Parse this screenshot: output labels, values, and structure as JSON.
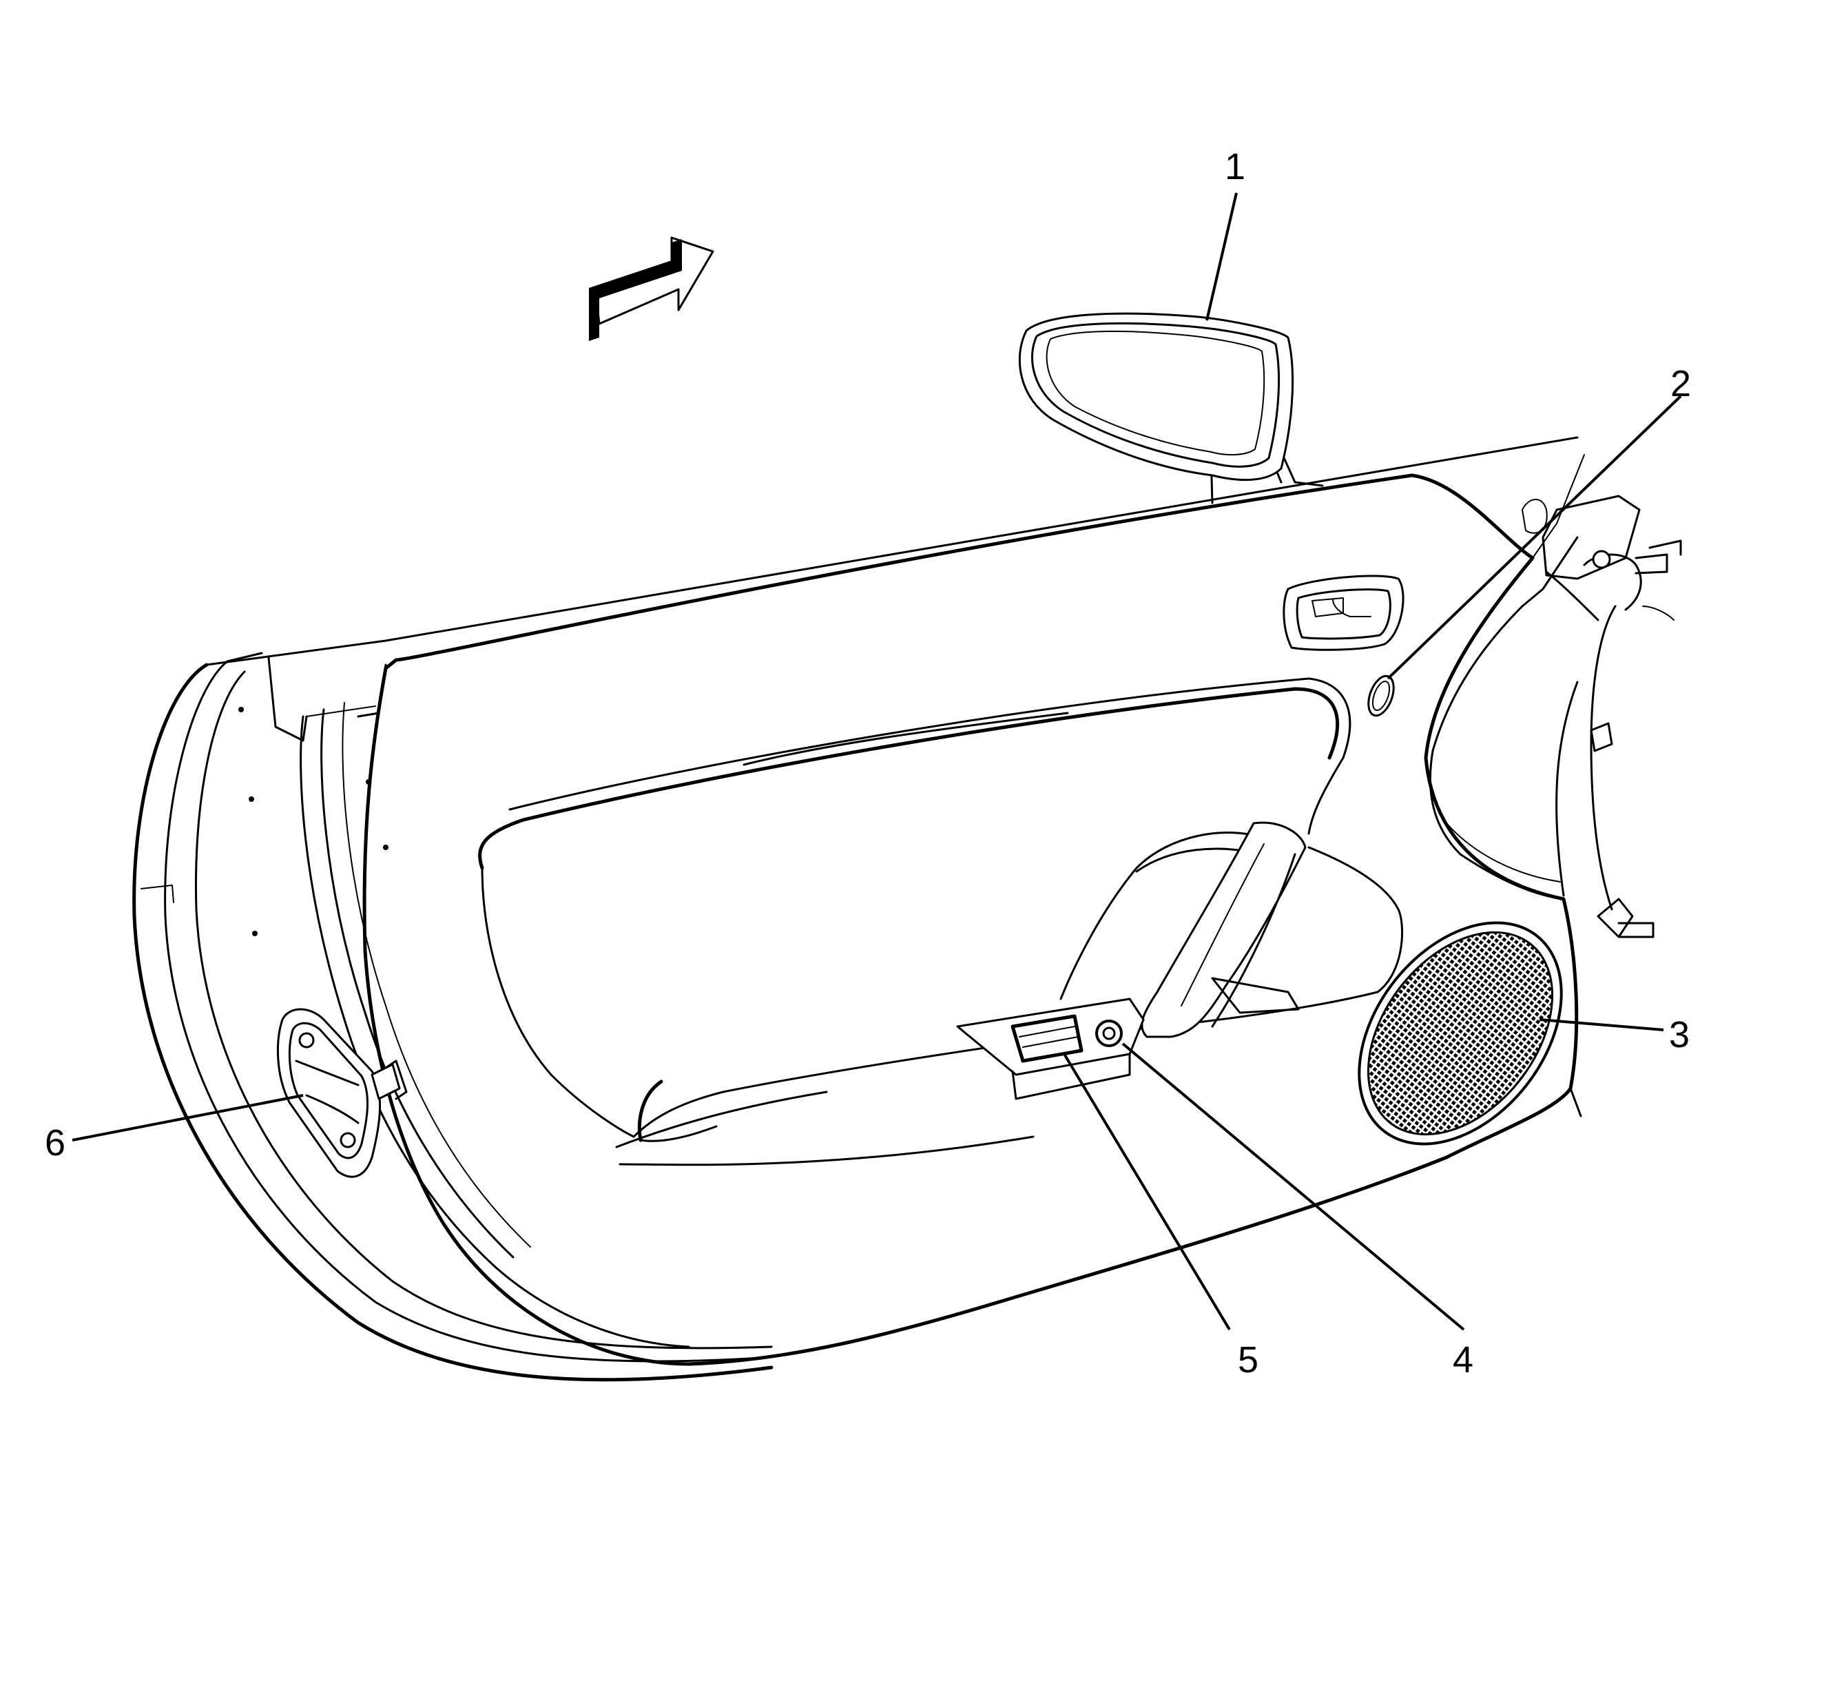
{
  "callouts": [
    {
      "id": "1",
      "label": "1",
      "part": "outside-mirror"
    },
    {
      "id": "2",
      "label": "2",
      "part": "trim-plug"
    },
    {
      "id": "3",
      "label": "3",
      "part": "speaker-grille"
    },
    {
      "id": "4",
      "label": "4",
      "part": "mirror-switch"
    },
    {
      "id": "5",
      "label": "5",
      "part": "window-switch"
    },
    {
      "id": "6",
      "label": "6",
      "part": "door-check-bracket"
    }
  ],
  "icons": {
    "direction_arrow": "forward-arrow-icon"
  }
}
